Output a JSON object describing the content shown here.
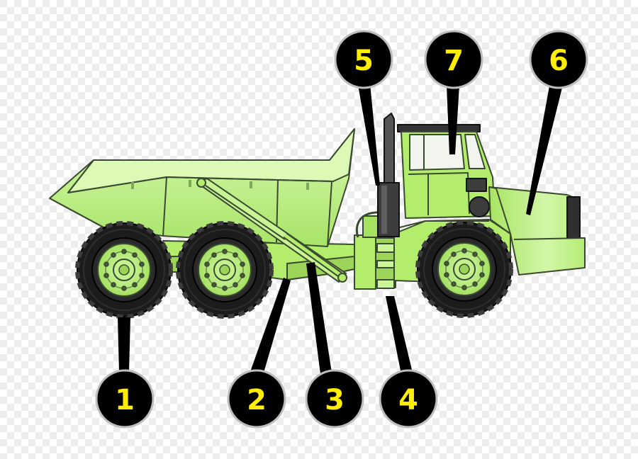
{
  "colors": {
    "background_a": "#ffffff",
    "background_b": "#ededed",
    "body_light": "#ccf59a",
    "body_mid": "#b4ec6c",
    "body_dark": "#93d356",
    "outline": "#3a4a30",
    "tire": "#1c1c1c",
    "callout_fill": "#000000",
    "callout_ring": "#bdbdbd",
    "callout_text": "#ffee00",
    "glass": "#f2f5ee"
  },
  "diagram": {
    "subject": "articulated-dump-truck",
    "callouts": [
      {
        "id": "1",
        "label": "1",
        "part": "rear-wheel"
      },
      {
        "id": "2",
        "label": "2",
        "part": "rear-frame"
      },
      {
        "id": "3",
        "label": "3",
        "part": "hoist-cylinder"
      },
      {
        "id": "4",
        "label": "4",
        "part": "articulation-hitch"
      },
      {
        "id": "5",
        "label": "5",
        "part": "exhaust-stack"
      },
      {
        "id": "6",
        "label": "6",
        "part": "engine-hood"
      },
      {
        "id": "7",
        "label": "7",
        "part": "operator-cab"
      }
    ]
  }
}
